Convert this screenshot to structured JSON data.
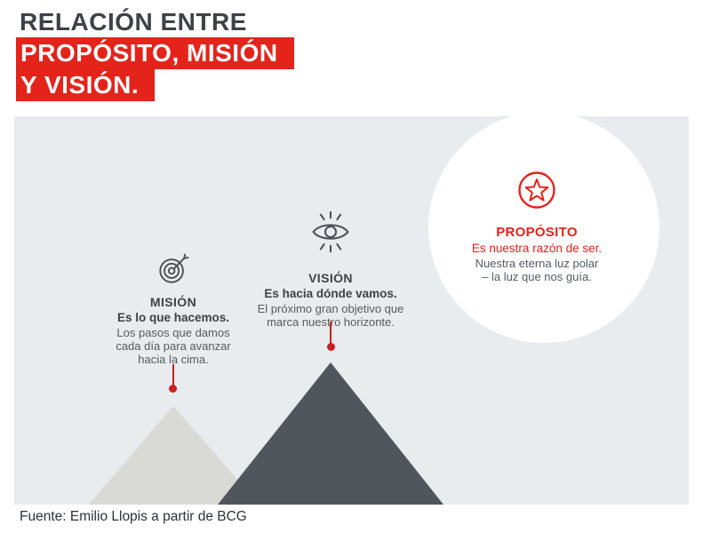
{
  "title": {
    "line1": "RELACIÓN ENTRE",
    "line2": "PROPÓSITO, MISIÓN",
    "line3": "Y VISIÓN."
  },
  "colors": {
    "accent_red": "#e4231b",
    "connector_red": "#c8201d",
    "panel_bg": "#e8ecee",
    "circle_white": "#ffffff",
    "light_mountain": "#d9d9d6",
    "dark_mountain": "#50565b",
    "heading_dark": "#3e4247",
    "body_gray": "#565a60",
    "icon_gray": "#4a4f55",
    "footer_dark": "#2e3136"
  },
  "items": {
    "mision": {
      "icon": "target-icon",
      "title": "MISIÓN",
      "subtitle": "Es lo que hacemos.",
      "description_lines": [
        "Los pasos que damos",
        "cada día para avanzar",
        "hacia la cima."
      ]
    },
    "vision": {
      "icon": "eye-icon",
      "title": "VISIÓN",
      "subtitle": "Es hacia dónde vamos.",
      "description_lines": [
        "El próximo gran objetivo que",
        "marca nuestro horizonte."
      ]
    },
    "proposito": {
      "icon": "star-badge-icon",
      "title": "PROPÓSITO",
      "subtitle": "Es nuestra razón de ser.",
      "description_lines": [
        "Nuestra eterna luz polar",
        "– la luz que nos guía."
      ]
    }
  },
  "footer": {
    "source": "Fuente: Emilio Llopis a partir de BCG"
  }
}
